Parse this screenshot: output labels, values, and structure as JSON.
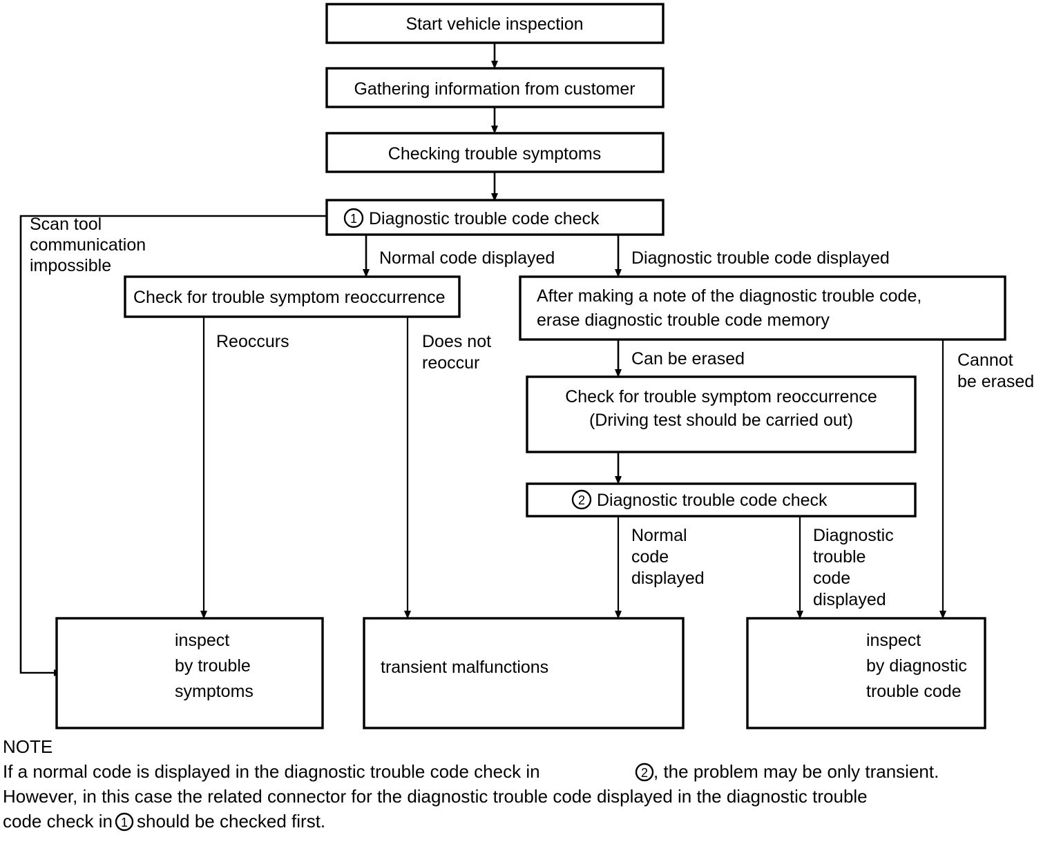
{
  "document": {
    "type": "flowchart",
    "title": "Vehicle inspection / diagnostic trouble code flow"
  },
  "nodes": {
    "start": {
      "label": "Start vehicle inspection"
    },
    "gather": {
      "label": "Gathering information from customer"
    },
    "symptoms": {
      "label": "Checking trouble symptoms"
    },
    "dtc_check_1": {
      "marker": "1",
      "label": "Diagnostic trouble code check"
    },
    "check_reoccurrence_1": {
      "label": "Check for trouble symptom reoccurrence"
    },
    "erase_memory": {
      "line1": "After making a note of the diagnostic trouble code,",
      "line2": "erase diagnostic trouble code memory"
    },
    "check_reoccurrence_2": {
      "line1": "Check for trouble symptom reoccurrence",
      "line2": "(Driving test should be carried out)"
    },
    "dtc_check_2": {
      "marker": "2",
      "label": "Diagnostic trouble code check"
    },
    "inspect_symptoms": {
      "line1": "inspect",
      "line2": "by trouble",
      "line3": "symptoms"
    },
    "transient": {
      "label": "transient malfunctions"
    },
    "inspect_dtc": {
      "line1": "inspect",
      "line2": "by diagnostic",
      "line3": "trouble code"
    }
  },
  "edge_labels": {
    "scan_tool_impossible": {
      "line1": "Scan tool",
      "line2": "communication",
      "line3": "impossible"
    },
    "normal_code_displayed": {
      "label": "Normal code displayed"
    },
    "dtc_displayed": {
      "label": "Diagnostic trouble code displayed"
    },
    "reoccurs": {
      "label": "Reoccurs"
    },
    "does_not_reoccur": {
      "line1": "Does not",
      "line2": "reoccur"
    },
    "can_be_erased": {
      "label": "Can be erased"
    },
    "cannot_be_erased": {
      "line1": "Cannot",
      "line2": "be erased"
    },
    "normal_code_displayed_2": {
      "line1": "Normal",
      "line2": "code",
      "line3": "displayed"
    },
    "dtc_displayed_2": {
      "line1": "Diagnostic",
      "line2": "trouble",
      "line3": "code",
      "line4": "displayed"
    }
  },
  "note": {
    "heading": "NOTE",
    "line1_a": "If a normal code is displayed in the diagnostic trouble code check in ",
    "line1_marker": "2",
    "line1_b": ", the problem may be only transient.",
    "line2": "However, in this case the related connector for the diagnostic trouble code displayed in the diagnostic trouble",
    "line3_a": "code check in ",
    "line3_marker": "1",
    "line3_b": " should be checked first."
  },
  "colors": {
    "ink": "#000000",
    "paper": "#ffffff"
  }
}
